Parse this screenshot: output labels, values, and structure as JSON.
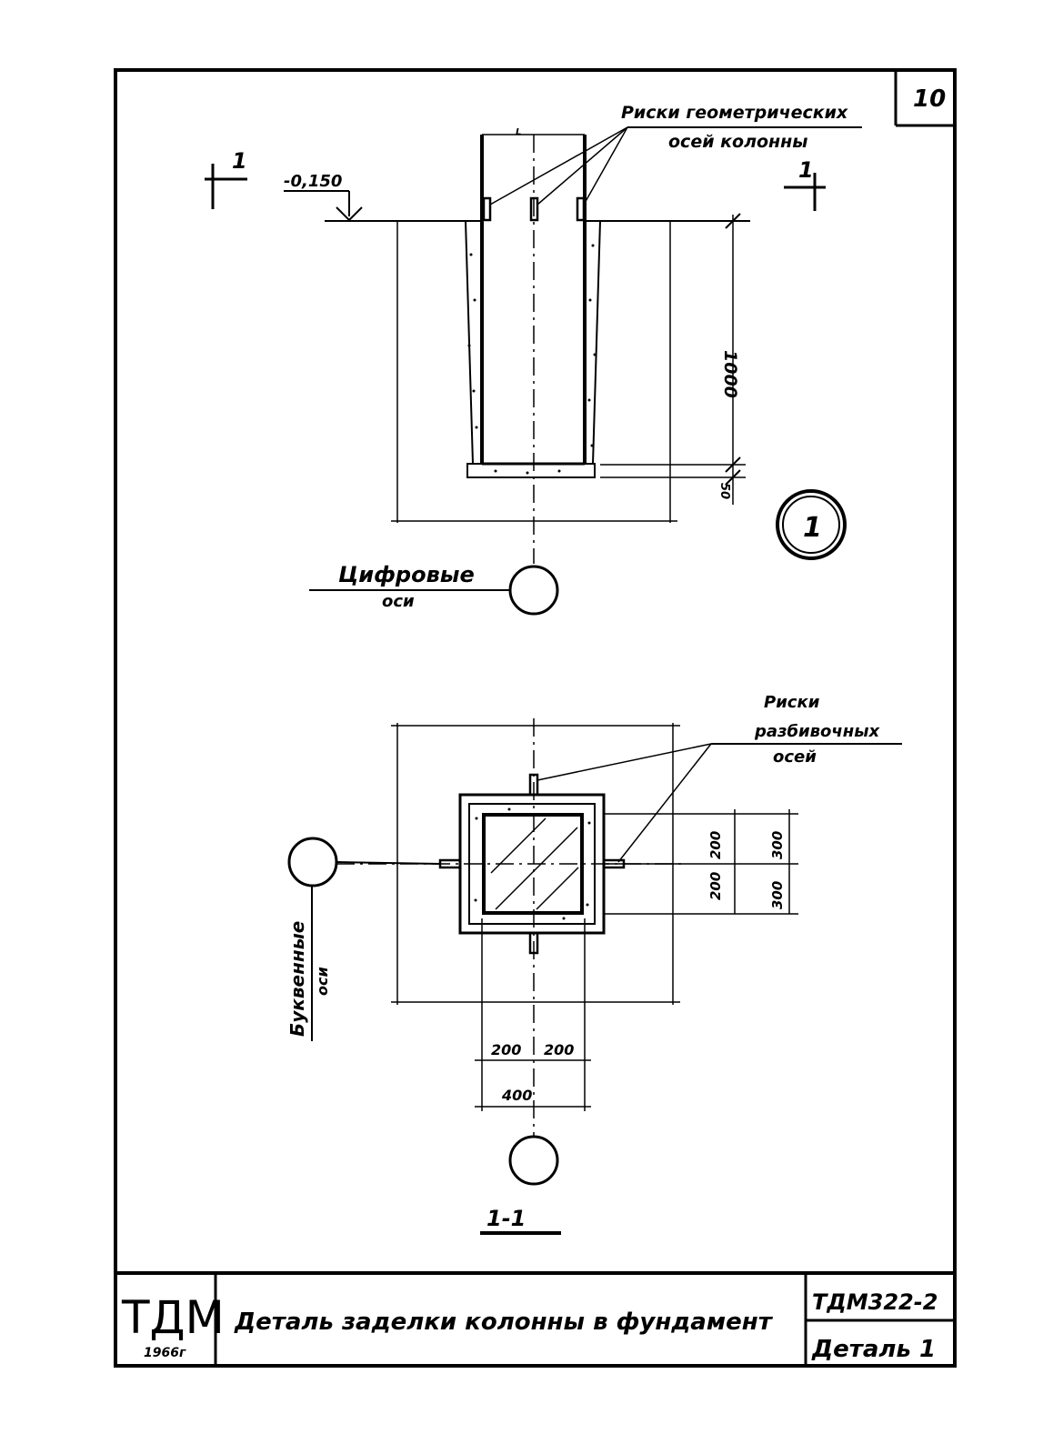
{
  "sheet": {
    "number": "10",
    "logo": "ТДМ",
    "year": "1966г",
    "title": "Деталь заделки колонны в фундамент",
    "code": "ТДМ322-2",
    "detail": "Деталь 1"
  },
  "elevation_view": {
    "section_mark_left": "1",
    "section_mark_right": "1",
    "level": "-0,150",
    "callout_geometric_axes": [
      "Риски геометрических",
      "осей колонны"
    ],
    "depth_dim": "1000",
    "bottom_dim": "50",
    "detail_marker": "1",
    "digital_axes_label": [
      "Цифровые",
      "оси"
    ]
  },
  "plan_view": {
    "callout_alignment_axes": [
      "Риски",
      "разбивочных",
      "осей"
    ],
    "letter_axes_label": [
      "Буквенные",
      "оси"
    ],
    "dim_inner_top": "200",
    "dim_inner_bottom": "200",
    "dim_outer_top": "300",
    "dim_outer_bottom": "300",
    "dim_half_left": "200",
    "dim_half_right": "200",
    "dim_total": "400",
    "section_title": "1-1"
  }
}
